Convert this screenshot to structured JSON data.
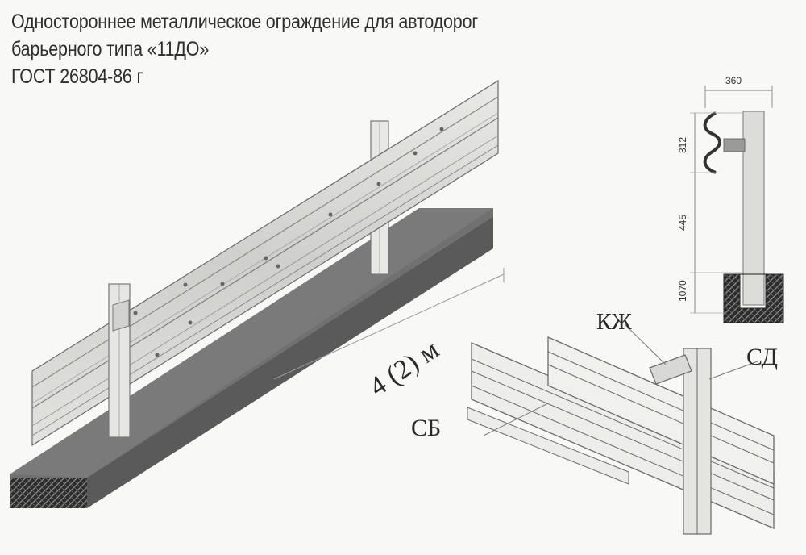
{
  "title": {
    "line1": "Одностороннее металлическое ограждение для автодорог",
    "line2": "барьерного типа «11ДО»",
    "line3": "ГОСТ 26804-86 г"
  },
  "dimensions": {
    "width": "360",
    "d1": "312",
    "d2": "445",
    "d3": "1070"
  },
  "labels": {
    "length": "4 (2) м",
    "kzh": "КЖ",
    "sd": "СД",
    "sb": "СБ"
  },
  "colors": {
    "ground": "#6e6e6e",
    "hatch": "#1c1c1c",
    "metal": "#d9d9d6",
    "line": "#555555"
  }
}
